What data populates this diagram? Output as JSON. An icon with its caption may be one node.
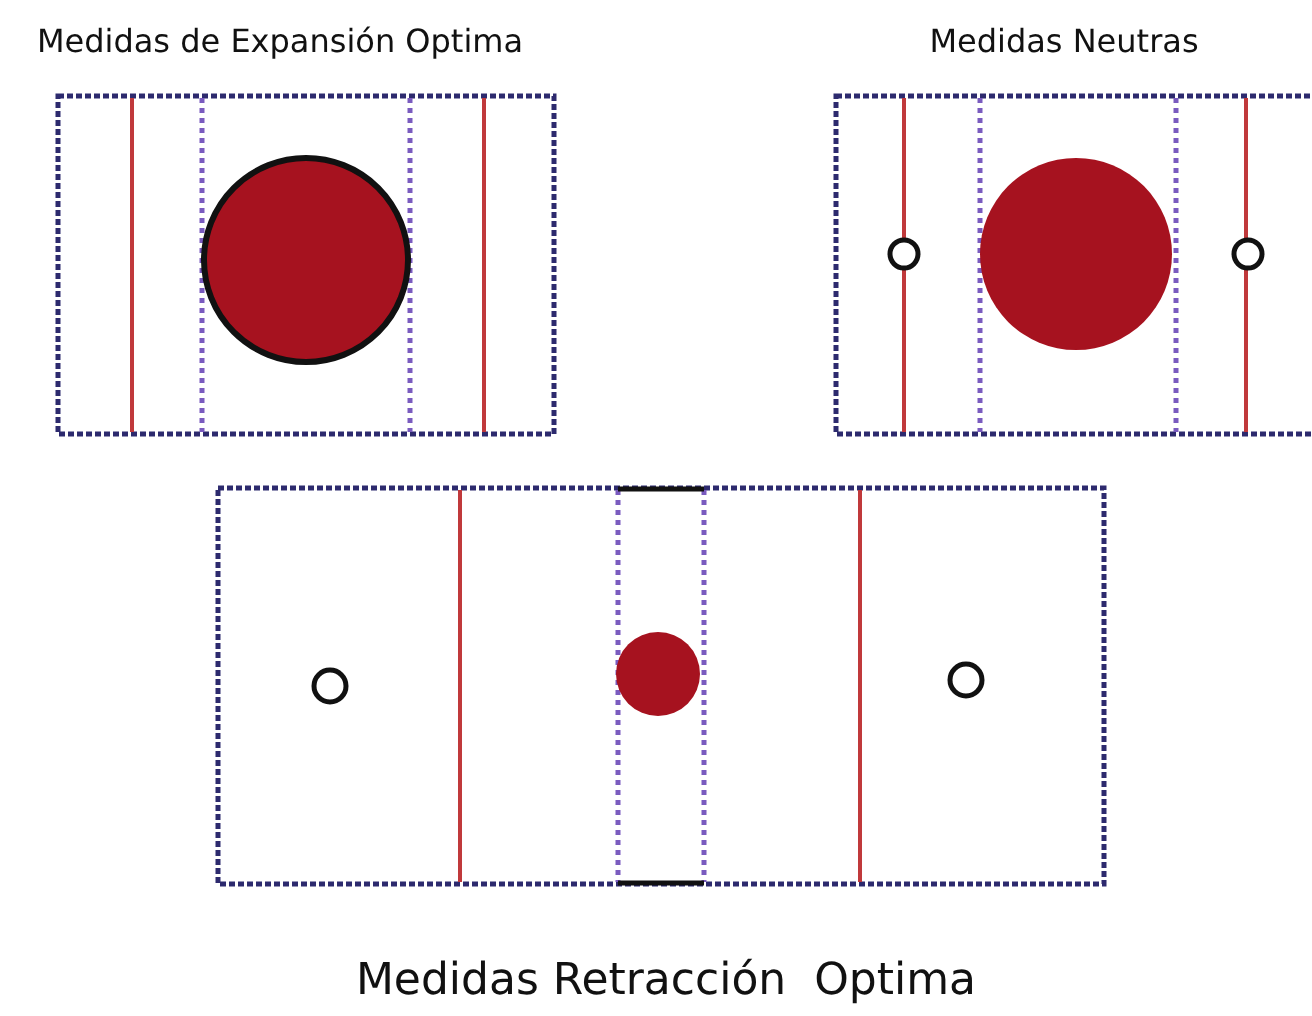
{
  "diagram": {
    "nodes": [
      {
        "text": [
          "Medidas de Expansión Optima"
        ]
      },
      {
        "text": [
          "Medidas Neutras"
        ]
      },
      {
        "text": [
          "Medidas Retracción  Optima"
        ]
      }
    ]
  }
}
